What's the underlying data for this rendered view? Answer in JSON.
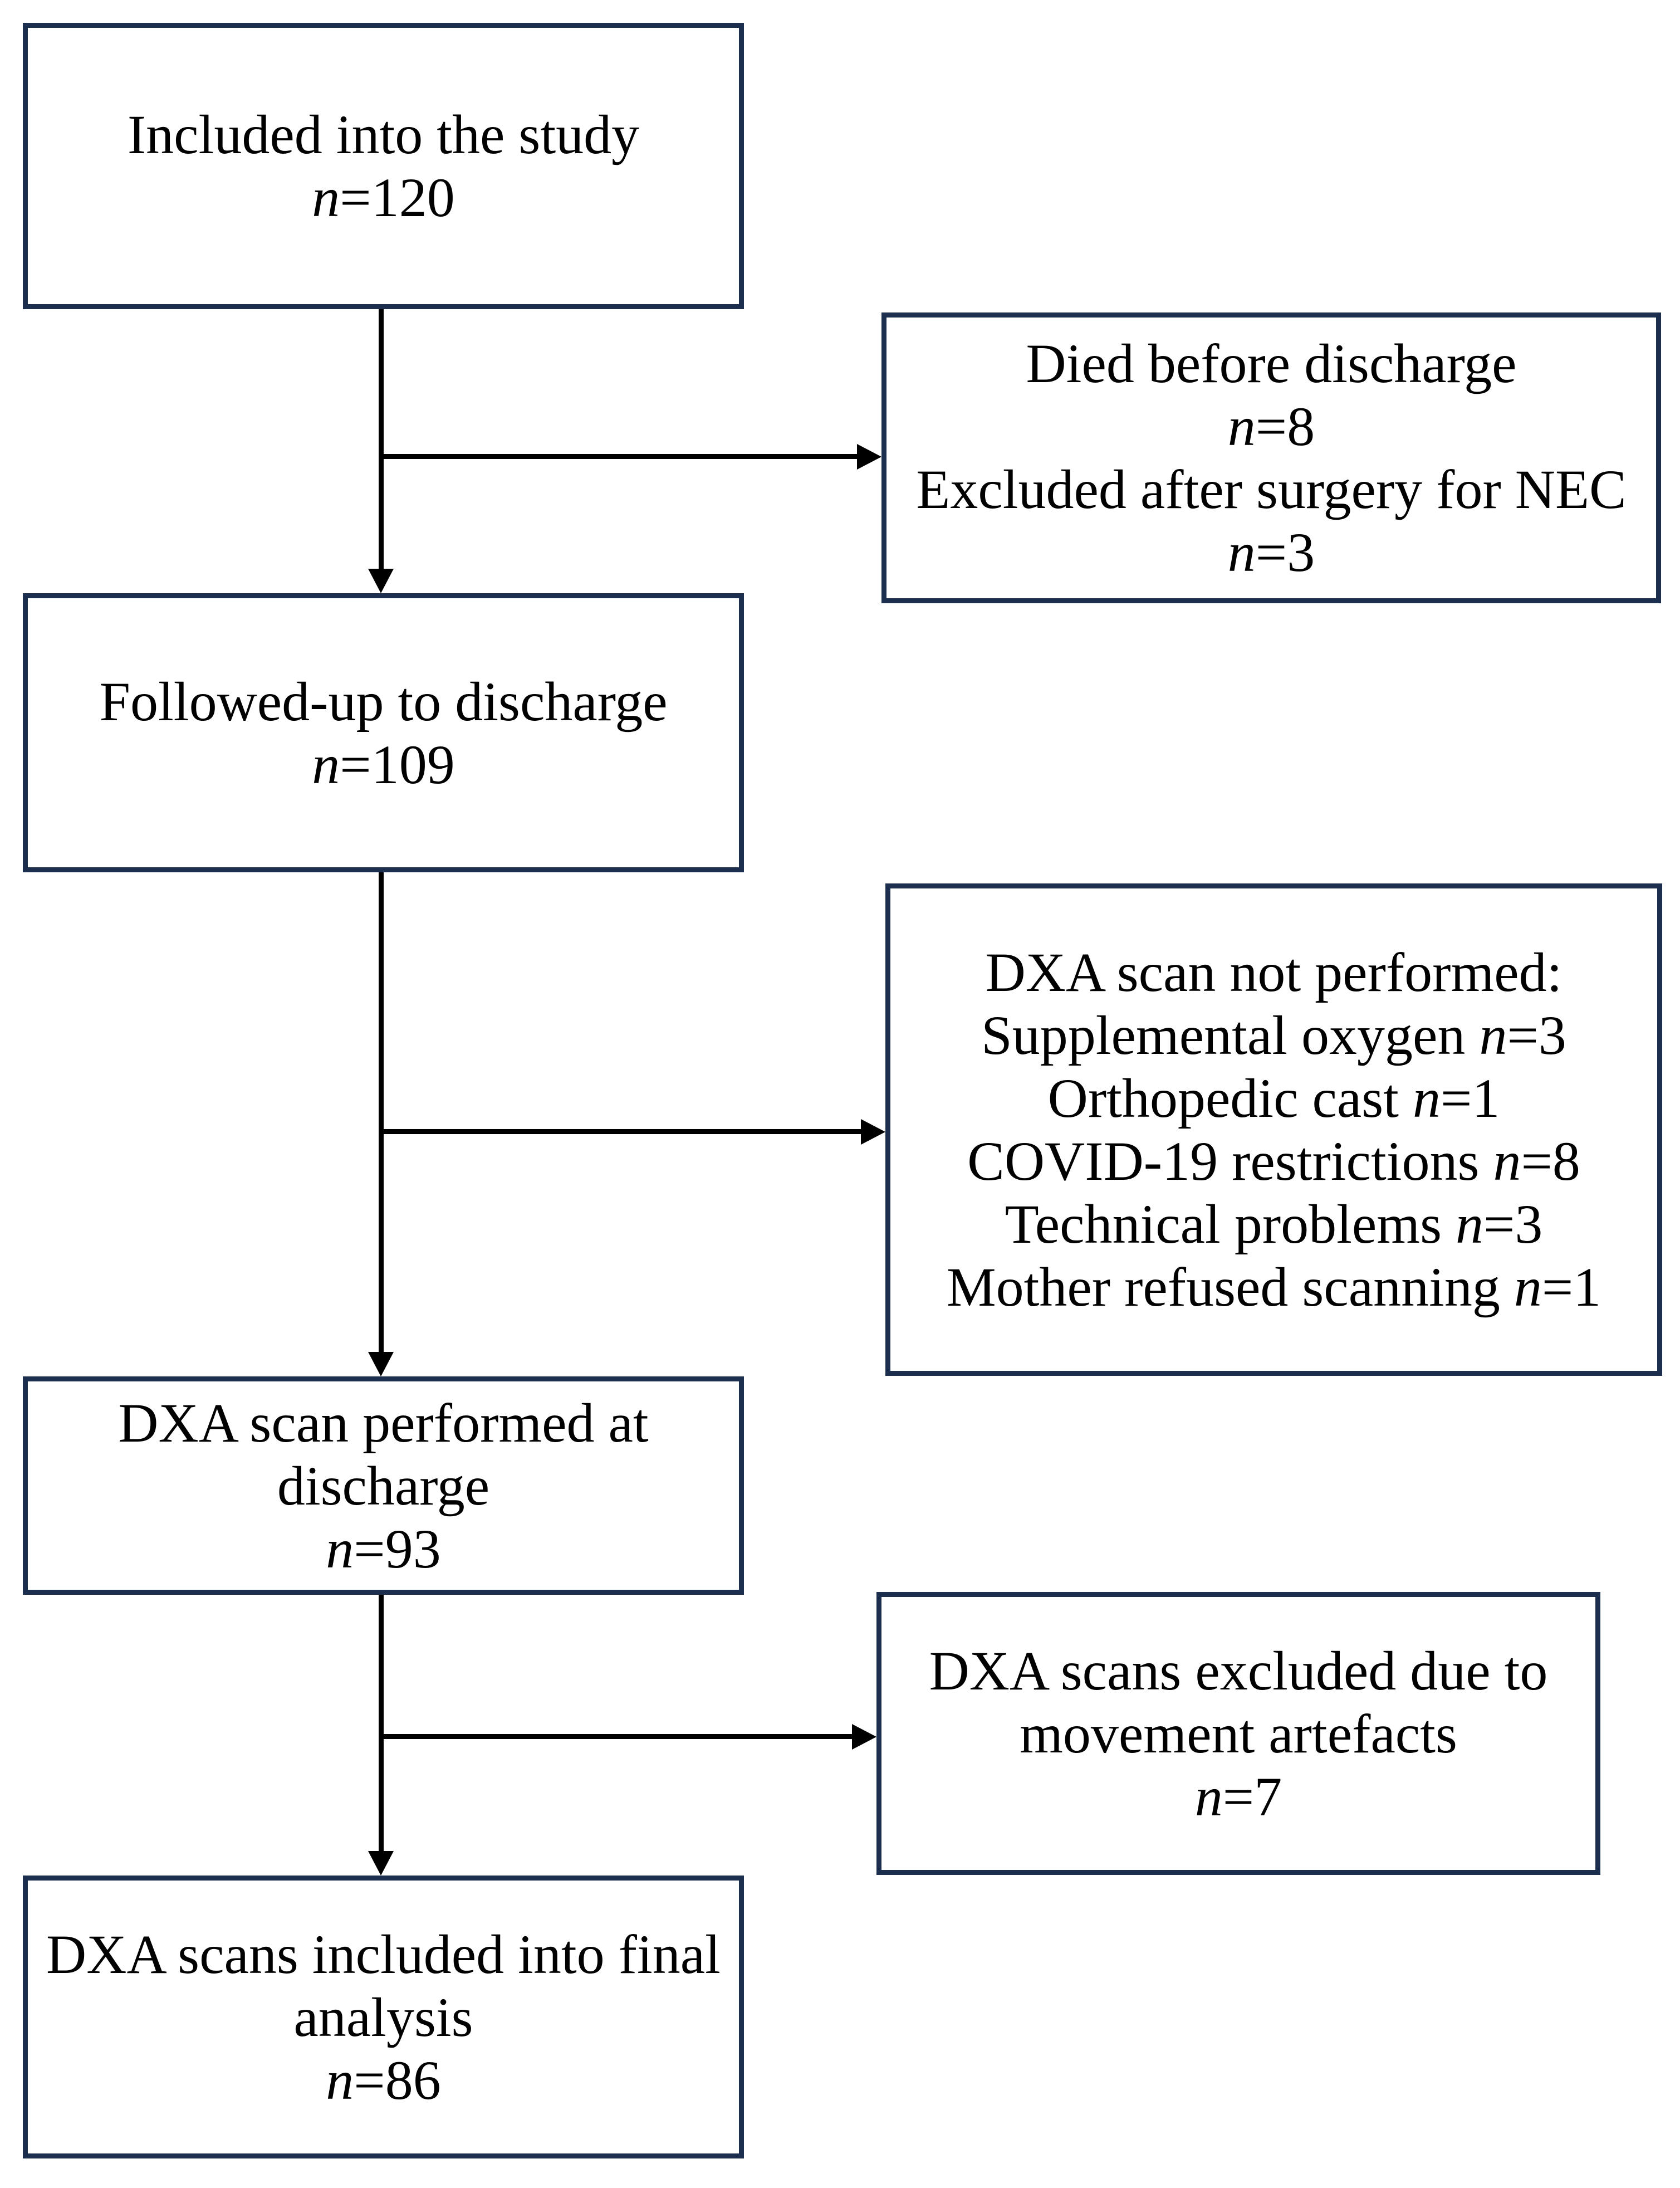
{
  "flowchart": {
    "colors": {
      "box_border": "#1c2f4f",
      "arrow": "#000000",
      "text": "#000000",
      "background": "#ffffff"
    },
    "boxes": [
      {
        "name": "included-into-study",
        "lines": [
          "Included into the study",
          "n=120"
        ]
      },
      {
        "name": "died-or-excluded-after-surgery",
        "lines": [
          "Died before discharge",
          "n=8",
          "Excluded after surgery for NEC",
          "n=3"
        ]
      },
      {
        "name": "followed-up-to-discharge",
        "lines": [
          "Followed-up to discharge",
          "n=109"
        ]
      },
      {
        "name": "dxa-scan-not-performed",
        "lines": [
          "DXA scan not performed:",
          "Supplemental oxygen n=3",
          "Orthopedic cast n=1",
          "COVID-19 restrictions n=8",
          "Technical problems n=3",
          "Mother refused scanning n=1"
        ]
      },
      {
        "name": "dxa-scan-performed-at-discharge",
        "lines": [
          "DXA scan performed at",
          "discharge",
          "n=93"
        ]
      },
      {
        "name": "dxa-scans-excluded-movement-artefacts",
        "lines": [
          "DXA scans excluded due to",
          "movement artefacts",
          "n=7"
        ]
      },
      {
        "name": "dxa-scans-included-final-analysis",
        "lines": [
          "DXA scans included into final",
          "analysis",
          "n=86"
        ]
      }
    ]
  }
}
